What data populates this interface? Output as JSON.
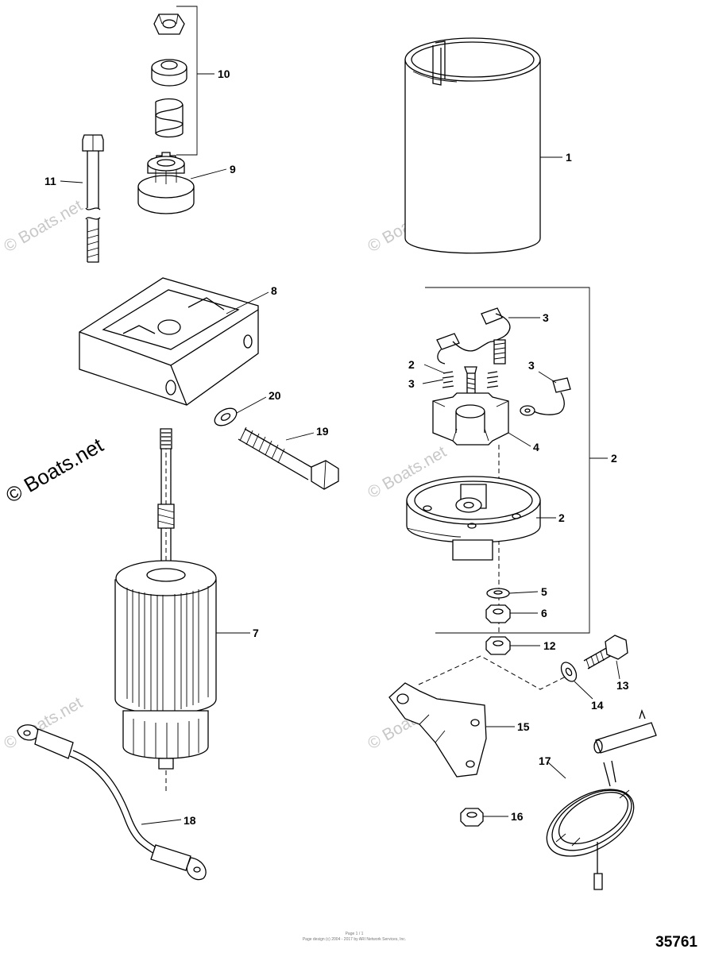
{
  "labels": {
    "p1": "1",
    "p2a": "2",
    "p2b": "2",
    "p2c": "2",
    "p3a": "3",
    "p3b": "3",
    "p3c": "3",
    "p4": "4",
    "p5": "5",
    "p6": "6",
    "p7": "7",
    "p8": "8",
    "p9": "9",
    "p10": "10",
    "p11": "11",
    "p12": "12",
    "p13": "13",
    "p14": "14",
    "p15": "15",
    "p16": "16",
    "p17": "17",
    "p18": "18",
    "p19": "19",
    "p20": "20"
  },
  "watermark": {
    "small": "© Boats.net",
    "large": "© Boats.net"
  },
  "diagram_number": "35761",
  "footer": {
    "line1": "Page 1 / 1",
    "line2": "Page design (c) 2004 - 2017 by ARI Network Services, Inc."
  }
}
